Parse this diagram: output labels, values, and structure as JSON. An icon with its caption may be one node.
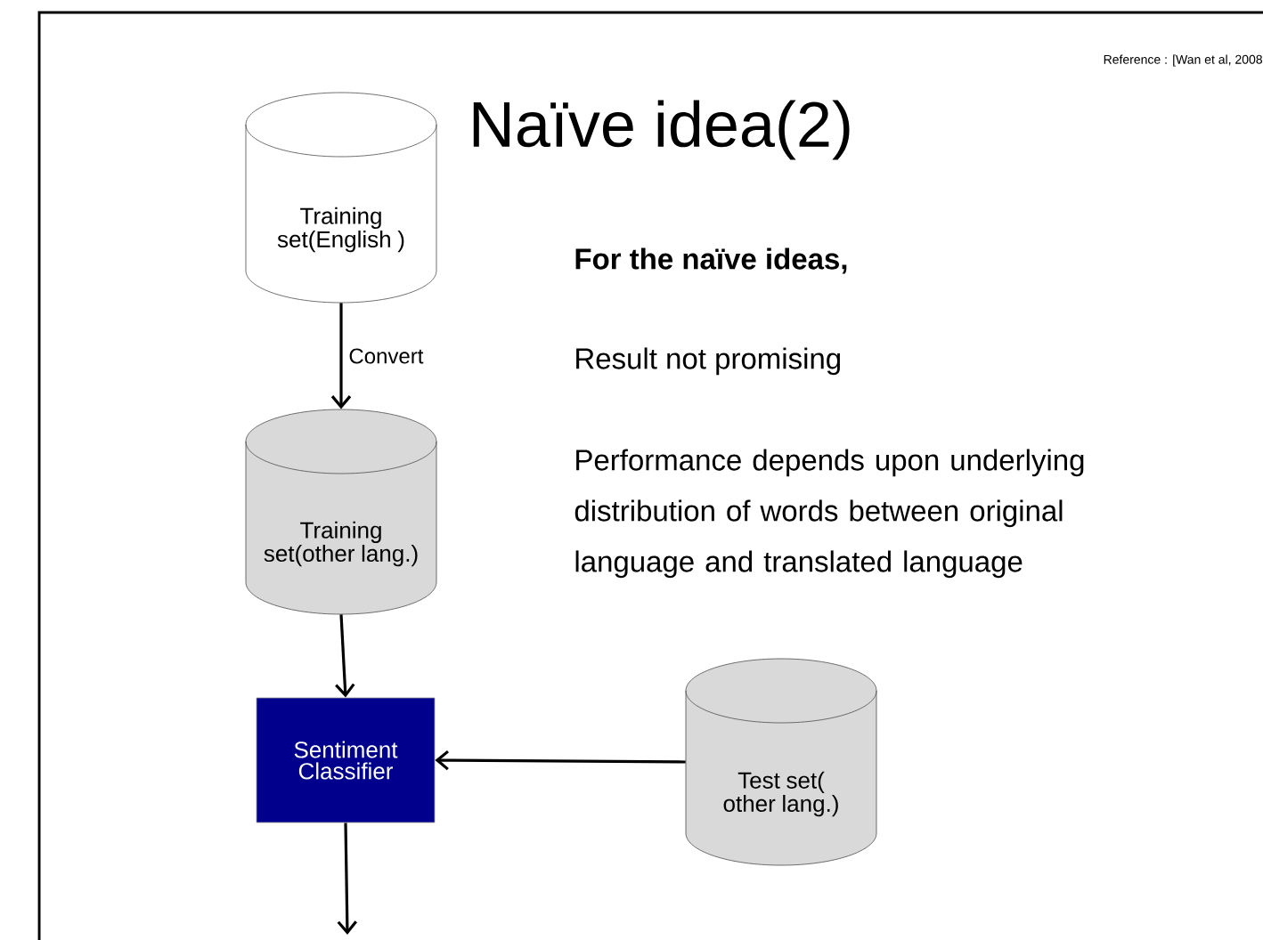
{
  "diagram": {
    "title": "Naïve idea(2)",
    "nodes": [
      {
        "text": [
          "Training set(English )"
        ]
      },
      {
        "text": [
          "Training set(other lang.)"
        ]
      },
      {
        "text": [
          "Sentiment Classifier"
        ]
      },
      {
        "text": [
          "Test set( other lang.)"
        ]
      }
    ],
    "edges": [
      {
        "from": 0,
        "to": 1,
        "arrow": "to",
        "label": "Convert"
      },
      {
        "from": 1,
        "to": 2,
        "arrow": "to"
      },
      {
        "from": 3,
        "to": 2,
        "arrow": "to"
      },
      {
        "from": 2,
        "to": null,
        "arrow": "to"
      }
    ],
    "labels": [
      "Reference : [Wan et al, 2008",
      "For the naïve ideas,",
      "Result not promising",
      "Performance depends upon underlying distribution of words between original language and translated language"
    ]
  }
}
